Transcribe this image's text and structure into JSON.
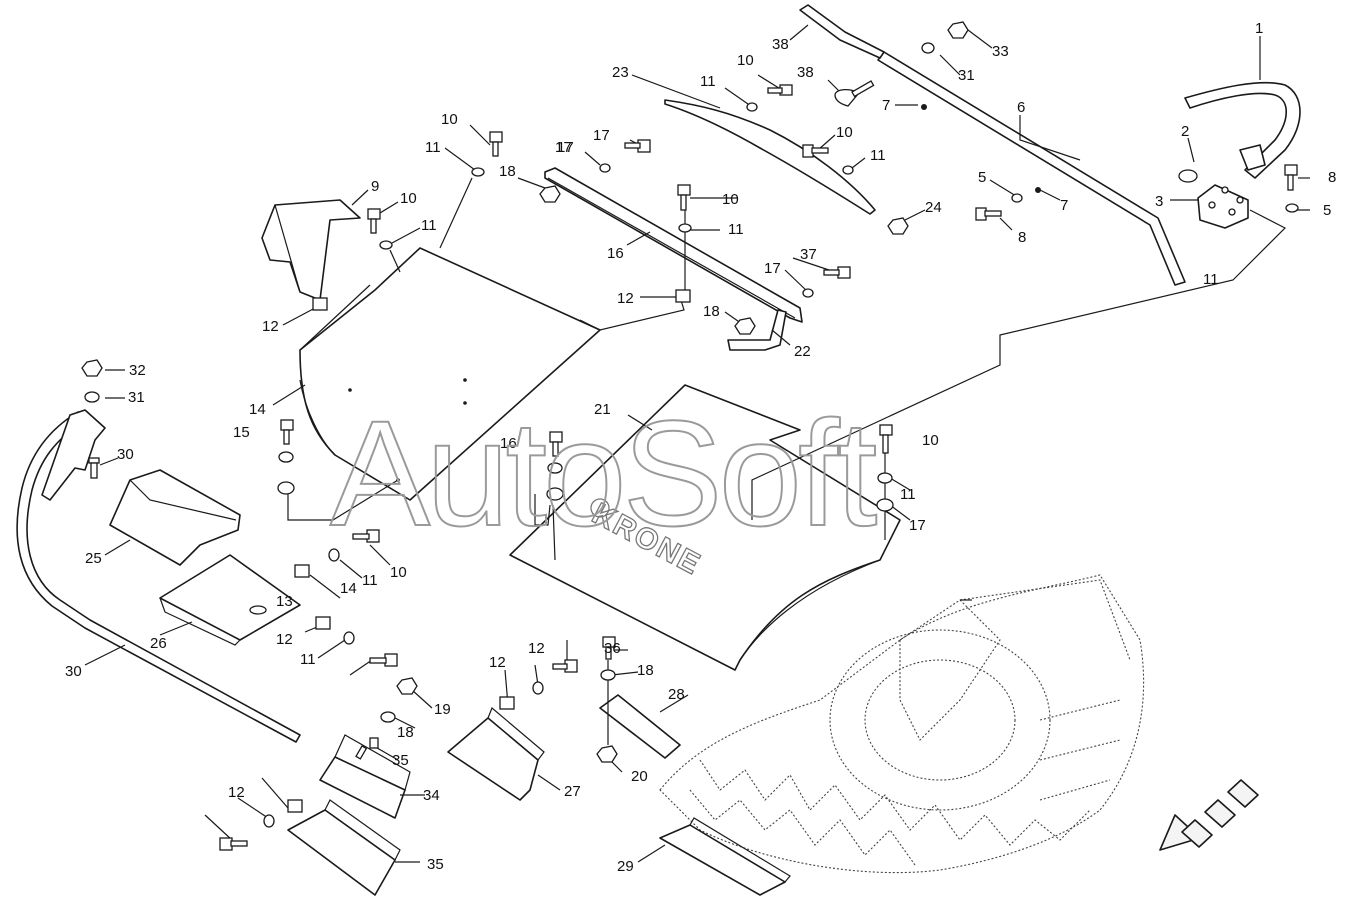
{
  "watermark": "AutoSoft",
  "logo_text": "KRONE",
  "callouts": [
    "1",
    "2",
    "3",
    "5",
    "5",
    "6",
    "7",
    "7",
    "8",
    "8",
    "9",
    "10",
    "10",
    "10",
    "10",
    "10",
    "10",
    "10",
    "11",
    "11",
    "11",
    "11",
    "11",
    "11",
    "11",
    "11",
    "11",
    "12",
    "12",
    "12",
    "12",
    "12",
    "12",
    "13",
    "14",
    "14",
    "15",
    "16",
    "16",
    "17",
    "17",
    "17",
    "17",
    "17",
    "18",
    "18",
    "18",
    "18",
    "19",
    "20",
    "21",
    "22",
    "23",
    "24",
    "25",
    "26",
    "27",
    "28",
    "29",
    "30",
    "30",
    "31",
    "31",
    "32",
    "33",
    "34",
    "35",
    "35",
    "36",
    "37",
    "38",
    "38"
  ]
}
